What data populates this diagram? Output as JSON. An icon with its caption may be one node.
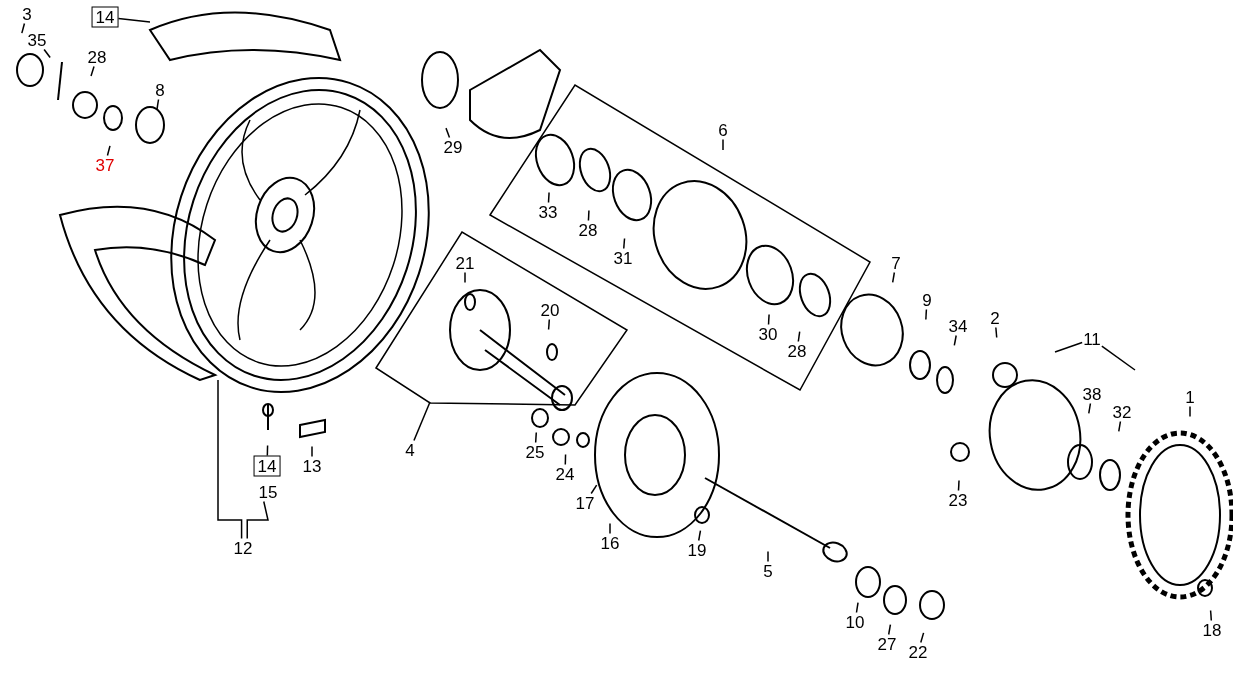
{
  "diagram": {
    "nodes": [
      {
        "text": [
          "3"
        ]
      },
      {
        "text": [
          "35"
        ]
      },
      {
        "text": [
          "14"
        ]
      },
      {
        "text": [
          "28"
        ]
      },
      {
        "text": [
          "8"
        ]
      },
      {
        "text": [
          "37"
        ]
      },
      {
        "text": [
          "29"
        ]
      },
      {
        "text": [
          "6"
        ]
      },
      {
        "text": [
          "33"
        ]
      },
      {
        "text": [
          "28"
        ]
      },
      {
        "text": [
          "31"
        ]
      },
      {
        "text": [
          "30"
        ]
      },
      {
        "text": [
          "28"
        ]
      },
      {
        "text": [
          "7"
        ]
      },
      {
        "text": [
          "9"
        ]
      },
      {
        "text": [
          "34"
        ]
      },
      {
        "text": [
          "2"
        ]
      },
      {
        "text": [
          "11"
        ]
      },
      {
        "text": [
          "38"
        ]
      },
      {
        "text": [
          "32"
        ]
      },
      {
        "text": [
          "1"
        ]
      },
      {
        "text": [
          "21"
        ]
      },
      {
        "text": [
          "20"
        ]
      },
      {
        "text": [
          "4"
        ]
      },
      {
        "text": [
          "25"
        ]
      },
      {
        "text": [
          "24"
        ]
      },
      {
        "text": [
          "17"
        ]
      },
      {
        "text": [
          "16"
        ]
      },
      {
        "text": [
          "19"
        ]
      },
      {
        "text": [
          "5"
        ]
      },
      {
        "text": [
          "23"
        ]
      },
      {
        "text": [
          "10"
        ]
      },
      {
        "text": [
          "27"
        ]
      },
      {
        "text": [
          "22"
        ]
      },
      {
        "text": [
          "18"
        ]
      },
      {
        "text": [
          "14"
        ]
      },
      {
        "text": [
          "15"
        ]
      },
      {
        "text": [
          "13"
        ]
      },
      {
        "text": [
          "12"
        ]
      }
    ],
    "edges": [
      {
        "from": 0,
        "to": null,
        "arrow": "none"
      },
      {
        "from": 1,
        "to": null,
        "arrow": "none"
      },
      {
        "from": 2,
        "to": null,
        "arrow": "none"
      },
      {
        "from": 3,
        "to": null,
        "arrow": "none"
      },
      {
        "from": 4,
        "to": null,
        "arrow": "none"
      },
      {
        "from": 5,
        "to": null,
        "arrow": "none"
      },
      {
        "from": 6,
        "to": null,
        "arrow": "none"
      },
      {
        "from": 7,
        "to": null,
        "arrow": "none"
      },
      {
        "from": 8,
        "to": null,
        "arrow": "none"
      },
      {
        "from": 9,
        "to": null,
        "arrow": "none"
      },
      {
        "from": 10,
        "to": null,
        "arrow": "none"
      },
      {
        "from": 11,
        "to": null,
        "arrow": "none"
      },
      {
        "from": 12,
        "to": null,
        "arrow": "none"
      },
      {
        "from": 13,
        "to": null,
        "arrow": "none"
      },
      {
        "from": 14,
        "to": null,
        "arrow": "none"
      },
      {
        "from": 15,
        "to": null,
        "arrow": "none"
      },
      {
        "from": 16,
        "to": null,
        "arrow": "none"
      },
      {
        "from": 17,
        "to": null,
        "arrow": "none"
      },
      {
        "from": 17,
        "to": null,
        "arrow": "none"
      },
      {
        "from": 18,
        "to": null,
        "arrow": "none"
      },
      {
        "from": 19,
        "to": null,
        "arrow": "none"
      },
      {
        "from": 20,
        "to": null,
        "arrow": "none"
      },
      {
        "from": 21,
        "to": null,
        "arrow": "none"
      },
      {
        "from": 22,
        "to": null,
        "arrow": "none"
      },
      {
        "from": 23,
        "to": null,
        "arrow": "none"
      },
      {
        "from": 24,
        "to": null,
        "arrow": "none"
      },
      {
        "from": 25,
        "to": null,
        "arrow": "none"
      },
      {
        "from": 26,
        "to": null,
        "arrow": "none"
      },
      {
        "from": 27,
        "to": null,
        "arrow": "none"
      },
      {
        "from": 28,
        "to": null,
        "arrow": "none"
      },
      {
        "from": 29,
        "to": null,
        "arrow": "none"
      },
      {
        "from": 30,
        "to": null,
        "arrow": "none"
      },
      {
        "from": 31,
        "to": null,
        "arrow": "none"
      },
      {
        "from": 32,
        "to": null,
        "arrow": "none"
      },
      {
        "from": 33,
        "to": null,
        "arrow": "none"
      },
      {
        "from": 34,
        "to": null,
        "arrow": "none"
      },
      {
        "from": 35,
        "to": null,
        "arrow": "none"
      },
      {
        "from": 37,
        "to": null,
        "arrow": "none"
      },
      {
        "from": 38,
        "to": null,
        "arrow": "none"
      },
      {
        "from": 38,
        "to": 36,
        "arrow": "none"
      }
    ]
  }
}
